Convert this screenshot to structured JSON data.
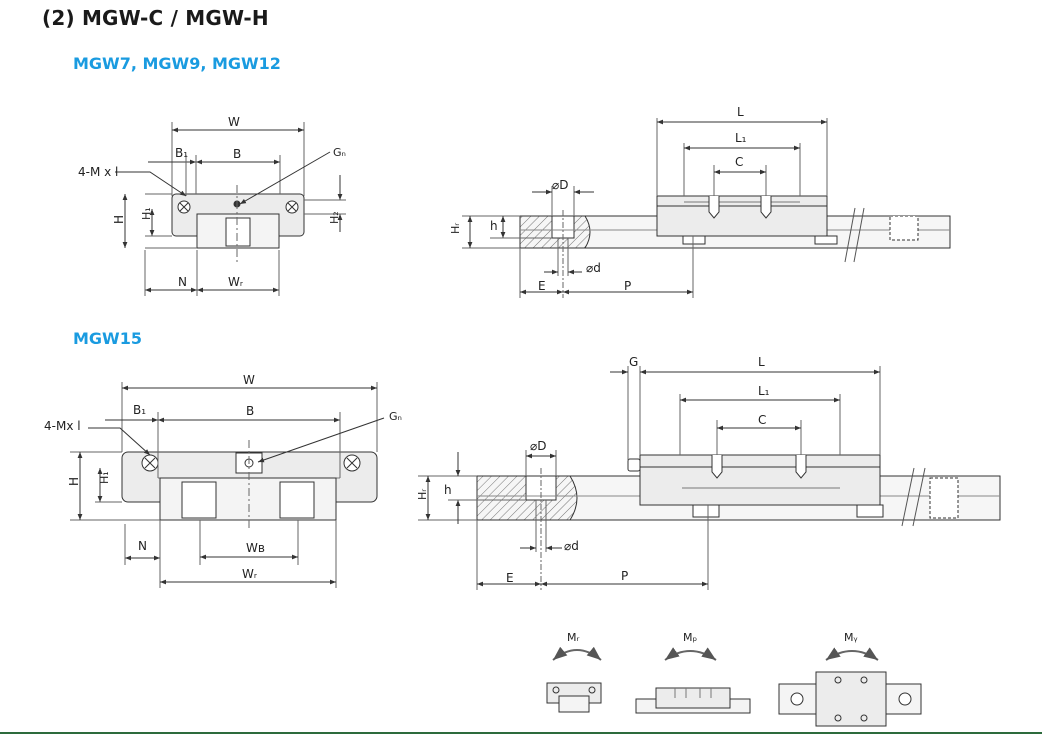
{
  "page": {
    "title": "(2) MGW-C / MGW-H",
    "sections": [
      {
        "label": "MGW7, MGW9, MGW12"
      },
      {
        "label": "MGW15"
      }
    ]
  },
  "colors": {
    "accent": "#1a9be0",
    "line": "#333333",
    "fill": "#e8e8e8",
    "footer": "#2d6b3c"
  },
  "labels": {
    "s1": {
      "W": "W",
      "B1": "B₁",
      "B": "B",
      "Gn": "Gₙ",
      "Mxl": "4-M x l",
      "H": "H",
      "H1": "H₁",
      "H2": "H₂",
      "N": "N",
      "WR": "Wᵣ",
      "L": "L",
      "L1": "L₁",
      "C": "C",
      "D": "⌀D",
      "HR": "Hᵣ",
      "h": "h",
      "d": "⌀d",
      "E": "E",
      "P": "P"
    },
    "s2": {
      "W": "W",
      "B1": "B₁",
      "B": "B",
      "Gn": "Gₙ",
      "Mxl": "4-Mx l",
      "H": "H",
      "H1": "H₁",
      "N": "N",
      "WB": "Wʙ",
      "WR": "Wᵣ",
      "G": "G",
      "L": "L",
      "L1": "L₁",
      "C": "C",
      "D": "⌀D",
      "HR": "Hᵣ",
      "h": "h",
      "d": "⌀d",
      "E": "E",
      "P": "P"
    },
    "moments": {
      "MR": "Mᵣ",
      "MP": "Mₚ",
      "MY": "Mᵧ"
    }
  }
}
